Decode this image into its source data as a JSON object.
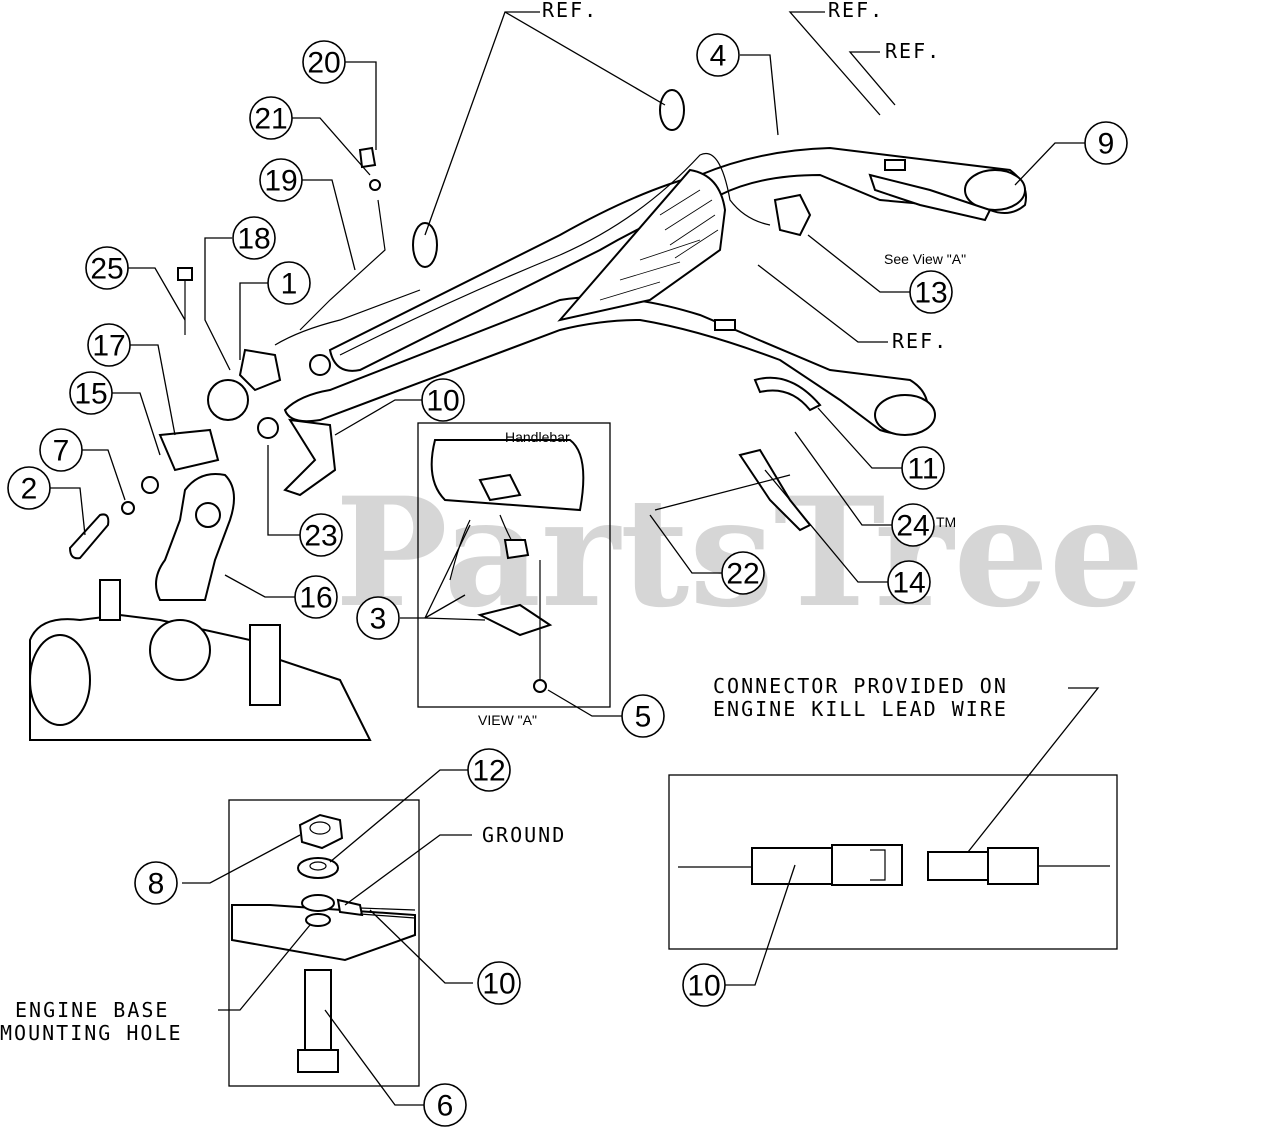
{
  "watermark": "PartsTree",
  "trademark": "TM",
  "callouts": [
    {
      "id": "c20",
      "number": "20"
    },
    {
      "id": "c21",
      "number": "21"
    },
    {
      "id": "c19",
      "number": "19"
    },
    {
      "id": "c18",
      "number": "18"
    },
    {
      "id": "c25",
      "number": "25"
    },
    {
      "id": "c1",
      "number": "1"
    },
    {
      "id": "c17",
      "number": "17"
    },
    {
      "id": "c15",
      "number": "15"
    },
    {
      "id": "c7",
      "number": "7"
    },
    {
      "id": "c2",
      "number": "2"
    },
    {
      "id": "c4",
      "number": "4"
    },
    {
      "id": "c9",
      "number": "9"
    },
    {
      "id": "c13",
      "number": "13"
    },
    {
      "id": "c10a",
      "number": "10"
    },
    {
      "id": "c11",
      "number": "11"
    },
    {
      "id": "c24",
      "number": "24"
    },
    {
      "id": "c14",
      "number": "14"
    },
    {
      "id": "c22",
      "number": "22"
    },
    {
      "id": "c23",
      "number": "23"
    },
    {
      "id": "c16",
      "number": "16"
    },
    {
      "id": "c3",
      "number": "3"
    },
    {
      "id": "c5",
      "number": "5"
    },
    {
      "id": "c12",
      "number": "12"
    },
    {
      "id": "c8",
      "number": "8"
    },
    {
      "id": "c10b",
      "number": "10"
    },
    {
      "id": "c6",
      "number": "6"
    },
    {
      "id": "c10c",
      "number": "10"
    }
  ],
  "labels": {
    "ref1": "REF.",
    "ref2": "REF.",
    "ref3": "REF.",
    "ref4": "REF.",
    "see_view": "See View \"A\"",
    "handlebar": "Handlebar",
    "view_a": "VIEW \"A\"",
    "connector_line1": "CONNECTOR PROVIDED ON",
    "connector_line2": "ENGINE KILL LEAD WIRE",
    "ground": "GROUND",
    "engine_base_line1": "ENGINE BASE",
    "engine_base_line2": "MOUNTING HOLE"
  }
}
